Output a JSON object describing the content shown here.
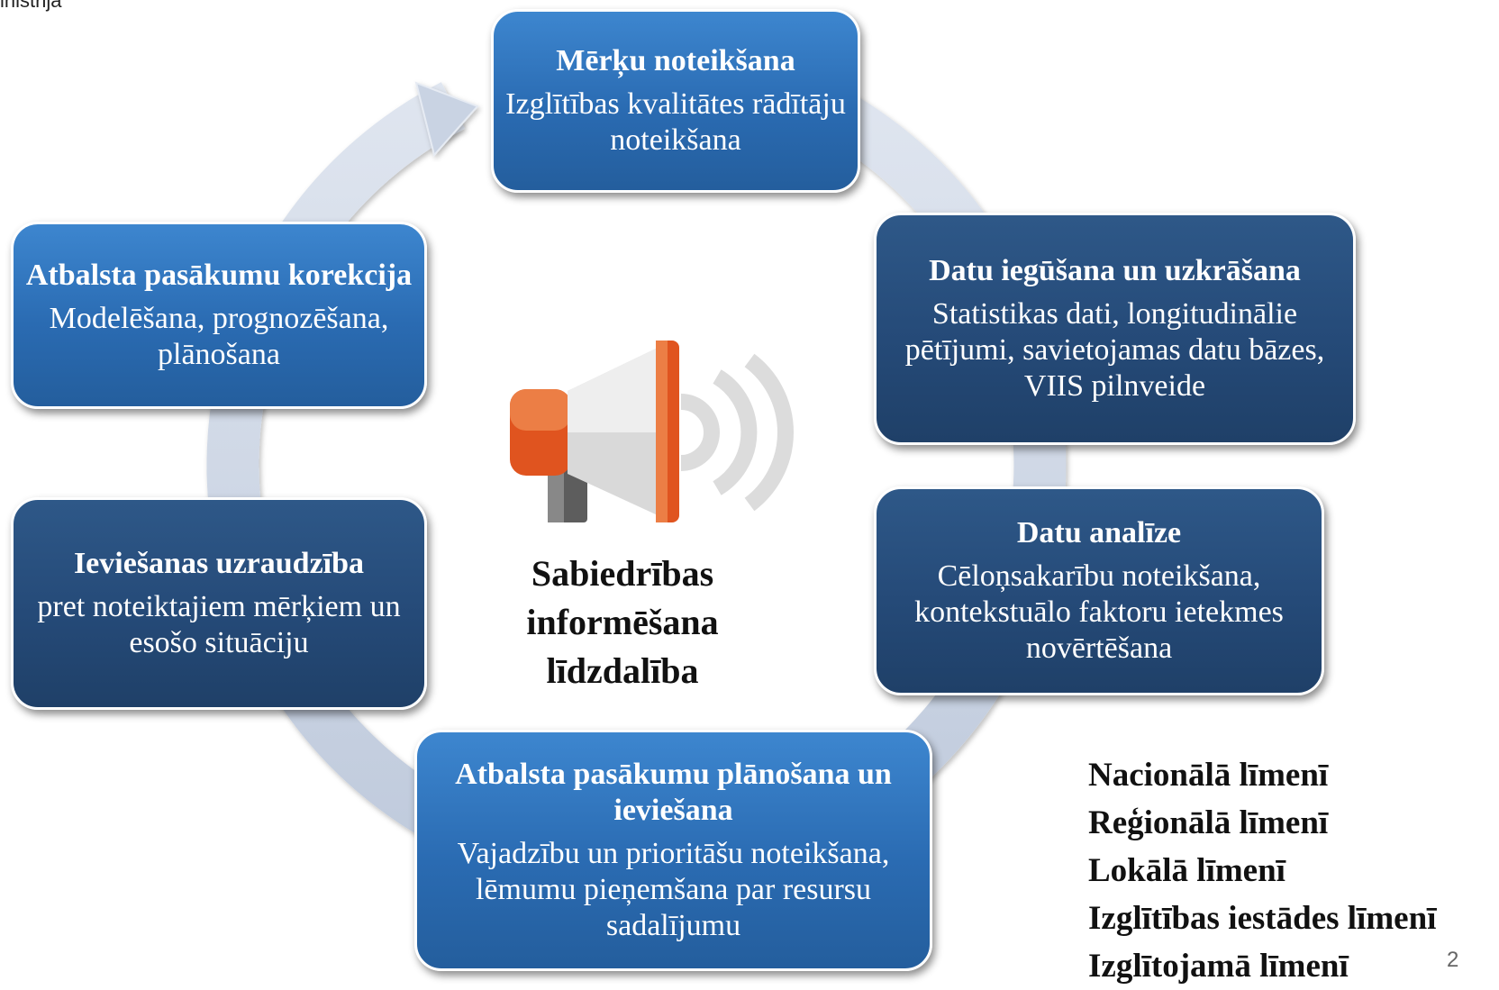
{
  "header": {
    "corner_text": "inistrija"
  },
  "cycle": [
    {
      "title": "Mērķu noteikšana",
      "description": "Izglītības kvalitātes rādītāju noteikšana"
    },
    {
      "title": "Datu iegūšana un uzkrāšana",
      "description": "Statistikas dati, longitudinālie pētījumi, savietojamas datu bāzes, VIIS pilnveide"
    },
    {
      "title": "Datu analīze",
      "description": "Cēloņsakarību noteikšana, kontekstuālo faktoru ietekmes novērtēšana"
    },
    {
      "title": "Atbalsta pasākumu plānošana un ieviešana",
      "description": "Vajadzību un prioritāšu noteikšana, lēmumu pieņemšana par resursu sadalījumu"
    },
    {
      "title": "Ieviešanas uzraudzība",
      "description": "pret noteiktajiem mērķiem un esošo situāciju"
    },
    {
      "title": "Atbalsta pasākumu korekcija",
      "description": "Modelēšana, prognozēšana, plānošana"
    }
  ],
  "center": {
    "icon": "megaphone-icon",
    "lines": [
      "Sabiedrības",
      "informēšana",
      "līdzdalība"
    ]
  },
  "levels": [
    "Nacionālā līmenī",
    "Reģionālā līmenī",
    "Lokālā līmenī",
    "Izglītības iestādes līmenī",
    "Izglītojamā līmenī"
  ],
  "page_number": "2",
  "colors": {
    "box_light": "#2a6bb2",
    "box_dark": "#254a78",
    "ring": "#c9d3e3",
    "megaphone_orange": "#e0541f",
    "megaphone_light_orange": "#ec7e45"
  }
}
